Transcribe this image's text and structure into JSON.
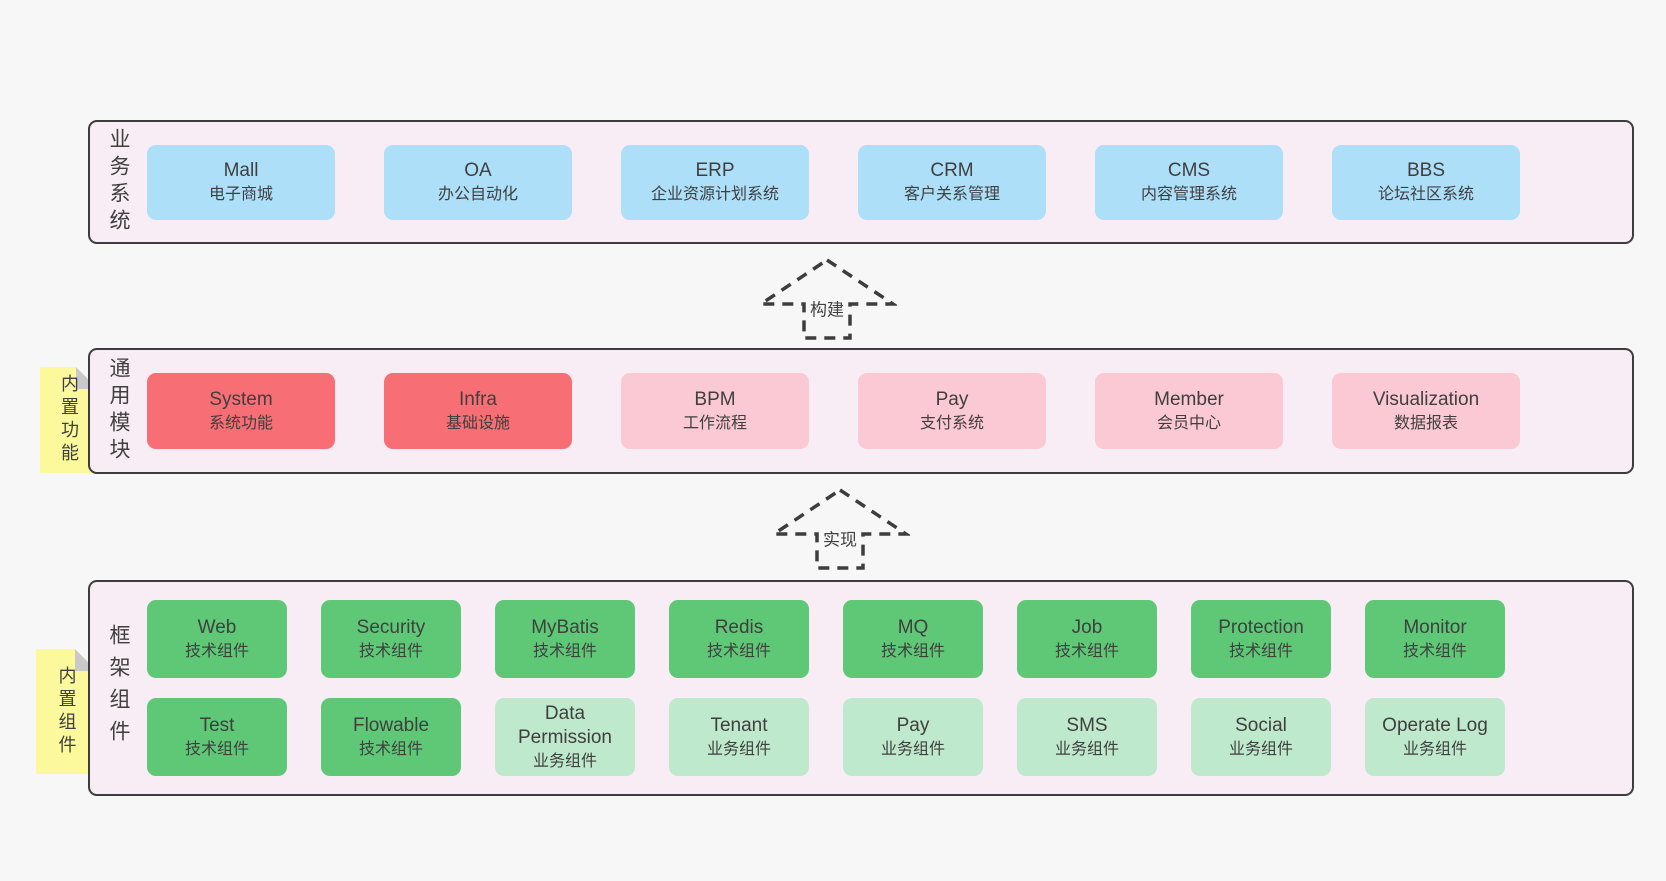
{
  "colors": {
    "page-bg": "#f7f7f7",
    "band-bg": "#f8edf5",
    "line": "#3d3d3d",
    "text": "#3f3f3f",
    "blue": "#aedff9",
    "red": "#f76f74",
    "pink": "#fbc9d3",
    "green": "#5fc877",
    "lightgreen": "#bfe9cc",
    "note-yellow": "#fbf99c",
    "fold-gray": "#c9c9c9"
  },
  "diagram": {
    "arrows": [
      {
        "label": "构建"
      },
      {
        "label": "实现"
      }
    ],
    "bands": [
      {
        "label": "业务系统",
        "note": null,
        "rows": [
          {
            "boxes": [
              {
                "en": "Mall",
                "zh": "电子商城",
                "variant": "blue"
              },
              {
                "en": "OA",
                "zh": "办公自动化",
                "variant": "blue"
              },
              {
                "en": "ERP",
                "zh": "企业资源计划系统",
                "variant": "blue"
              },
              {
                "en": "CRM",
                "zh": "客户关系管理",
                "variant": "blue"
              },
              {
                "en": "CMS",
                "zh": "内容管理系统",
                "variant": "blue"
              },
              {
                "en": "BBS",
                "zh": "论坛社区系统",
                "variant": "blue"
              }
            ]
          }
        ]
      },
      {
        "label": "通用模块",
        "note": "内置功能",
        "rows": [
          {
            "boxes": [
              {
                "en": "System",
                "zh": "系统功能",
                "variant": "red"
              },
              {
                "en": "Infra",
                "zh": "基础设施",
                "variant": "red"
              },
              {
                "en": "BPM",
                "zh": "工作流程",
                "variant": "pink"
              },
              {
                "en": "Pay",
                "zh": "支付系统",
                "variant": "pink"
              },
              {
                "en": "Member",
                "zh": "会员中心",
                "variant": "pink"
              },
              {
                "en": "Visualization",
                "zh": "数据报表",
                "variant": "pink"
              }
            ]
          }
        ]
      },
      {
        "label": "框架组件",
        "note": "内置组件",
        "rows": [
          {
            "boxes": [
              {
                "en": "Web",
                "zh": "技术组件",
                "variant": "green"
              },
              {
                "en": "Security",
                "zh": "技术组件",
                "variant": "green"
              },
              {
                "en": "MyBatis",
                "zh": "技术组件",
                "variant": "green"
              },
              {
                "en": "Redis",
                "zh": "技术组件",
                "variant": "green"
              },
              {
                "en": "MQ",
                "zh": "技术组件",
                "variant": "green"
              },
              {
                "en": "Job",
                "zh": "技术组件",
                "variant": "green"
              },
              {
                "en": "Protection",
                "zh": "技术组件",
                "variant": "green"
              },
              {
                "en": "Monitor",
                "zh": "技术组件",
                "variant": "green"
              }
            ]
          },
          {
            "boxes": [
              {
                "en": "Test",
                "zh": "技术组件",
                "variant": "green"
              },
              {
                "en": "Flowable",
                "zh": "技术组件",
                "variant": "green"
              },
              {
                "en": "Data Permission",
                "zh": "业务组件",
                "variant": "lightgreen"
              },
              {
                "en": "Tenant",
                "zh": "业务组件",
                "variant": "lightgreen"
              },
              {
                "en": "Pay",
                "zh": "业务组件",
                "variant": "lightgreen"
              },
              {
                "en": "SMS",
                "zh": "业务组件",
                "variant": "lightgreen"
              },
              {
                "en": "Social",
                "zh": "业务组件",
                "variant": "lightgreen"
              },
              {
                "en": "Operate Log",
                "zh": "业务组件",
                "variant": "lightgreen"
              }
            ]
          }
        ]
      }
    ]
  }
}
